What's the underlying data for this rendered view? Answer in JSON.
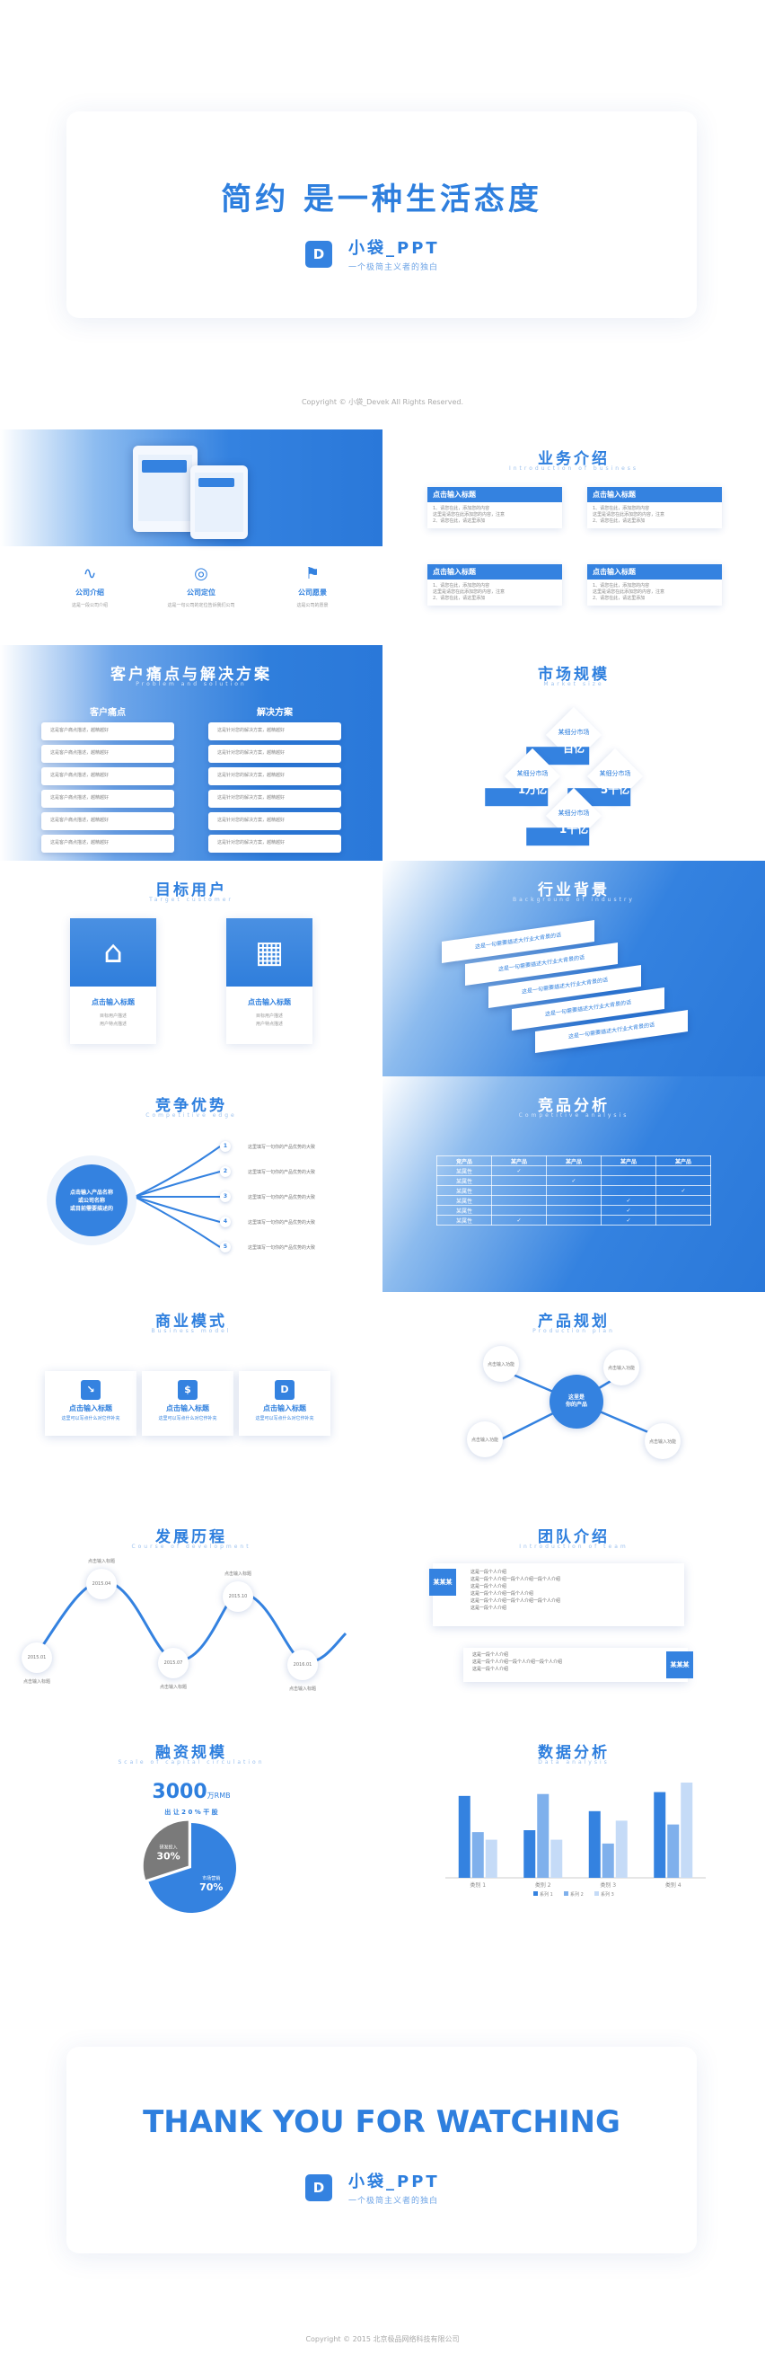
{
  "cover": {
    "title": "简约 是一种生活态度",
    "logo_letter": "D",
    "brand_name": "小袋_PPT",
    "brand_sub": "一个极简主义者的独白"
  },
  "copyright_top": "Copyright © 小袋_Devek All Rights Reserved.",
  "s1": {
    "items": [
      {
        "icon": "pulse-icon",
        "title": "公司介绍",
        "desc": "这是一段公司介绍"
      },
      {
        "icon": "target-icon",
        "title": "公司定位",
        "desc": "这是一句公司的定位告诉我们公司"
      },
      {
        "icon": "flag-icon",
        "title": "公司愿景",
        "desc": "这是公司的愿景"
      }
    ]
  },
  "s2": {
    "title": "业务介绍",
    "subtitle": "Introduction of business",
    "box_title": "点击输入标题",
    "box_lines": [
      "1、请您在此，添加您的内容",
      "这里是请您在此添加您的内容，注意",
      "2、请您在此，请这里添加"
    ]
  },
  "s3": {
    "title": "客户痛点与解决方案",
    "subtitle": "Problem and solution",
    "left_head": "客户痛点",
    "right_head": "解决方案",
    "left_item": "这是客户痛点描述，越精越好",
    "right_item": "这是针对您的解决方案，越精越好",
    "rows": 6
  },
  "s4": {
    "title": "市场规模",
    "subtitle": "Market size",
    "diamonds": [
      {
        "label": "某细分市场",
        "value": "百亿"
      },
      {
        "label": "某细分市场",
        "value": "1万亿"
      },
      {
        "label": "某细分市场",
        "value": "5千亿"
      },
      {
        "label": "某细分市场",
        "value": "1千亿"
      }
    ]
  },
  "s5": {
    "title": "目标用户",
    "subtitle": "Target customer",
    "cards": [
      {
        "icon": "store-icon",
        "title": "点击输入标题",
        "desc1": "目标用户描述",
        "desc2": "用户特点描述"
      },
      {
        "icon": "building-icon",
        "title": "点击输入标题",
        "desc1": "目标用户描述",
        "desc2": "用户特点描述"
      }
    ]
  },
  "s6": {
    "title": "行业背景",
    "subtitle": "Background of industry",
    "item": "这是一句需要描述大行业大背景的话",
    "count": 5
  },
  "s7": {
    "title": "竞争优势",
    "subtitle": "Competitive edge",
    "center": "点击输入产品名称\n或公司名称\n或目前需要描述的",
    "points": [
      "1",
      "2",
      "3",
      "4",
      "5"
    ],
    "point_text": "这里填写一句你的产品优势的大致"
  },
  "s8": {
    "title": "竞品分析",
    "subtitle": "Competitive analysis",
    "headers": [
      "竞产品",
      "某产品",
      "某产品",
      "某产品",
      "某产品"
    ],
    "row_label": "某属性",
    "checks": [
      [
        1,
        0,
        0,
        0
      ],
      [
        0,
        1,
        0,
        0
      ],
      [
        0,
        0,
        0,
        1
      ],
      [
        0,
        0,
        1,
        0
      ],
      [
        0,
        0,
        1,
        0
      ],
      [
        1,
        0,
        1,
        0
      ]
    ],
    "check_mark": "✓"
  },
  "s9": {
    "title": "商业模式",
    "subtitle": "Business model",
    "cards": [
      {
        "icon": "arrow-icon",
        "glyph": "↘",
        "title": "点击输入标题",
        "desc": "这里可以写点什么对它作补充"
      },
      {
        "icon": "dollar-icon",
        "glyph": "$",
        "title": "点击输入标题",
        "desc": "这里可以写点什么对它作补充"
      },
      {
        "icon": "d-logo-icon",
        "glyph": "D",
        "title": "点击输入标题",
        "desc": "这里可以写点什么对它作补充"
      }
    ]
  },
  "s10": {
    "title": "产品规划",
    "subtitle": "Production plan",
    "center": "这里是\n你的产品",
    "nodes": [
      "点击输入功能",
      "点击输入功能",
      "点击输入功能",
      "点击输入功能"
    ]
  },
  "s11": {
    "title": "发展历程",
    "subtitle": "Course of development",
    "milestones": [
      {
        "date": "2015.01",
        "label": "点击输入标题"
      },
      {
        "date": "2015.04",
        "label": "点击输入标题"
      },
      {
        "date": "2015.07",
        "label": "点击输入标题"
      },
      {
        "date": "2015.10",
        "label": "点击输入标题"
      },
      {
        "date": "2016.01",
        "label": "点击输入标题"
      }
    ]
  },
  "s12": {
    "title": "团队介绍",
    "subtitle": "Introduction of team",
    "name": "某某某",
    "lines_a": [
      "这是一段个人介绍",
      "这是一段个人介绍一段个人介绍一段个人介绍",
      "这是一段个人介绍",
      "这是一段个人介绍一段个人介绍",
      "这是一段个人介绍一段个人介绍一段个人介绍",
      "这是一段个人介绍"
    ],
    "lines_b": [
      "这是一段个人介绍",
      "这是一段个人介绍一段个人介绍一段个人介绍",
      "这是一段个人介绍"
    ]
  },
  "s13": {
    "title": "融资规模",
    "subtitle": "Scale of capital circulation",
    "amount": "3000",
    "unit": "万RMB",
    "offer": "出 让 2 0 % 干 股",
    "slices": [
      {
        "label": "研发投入",
        "pct": 30,
        "display": "30%",
        "color": "#7a7a7a"
      },
      {
        "label": "市场营销",
        "pct": 70,
        "display": "70%",
        "color": "#3482e0"
      }
    ]
  },
  "s14": {
    "title": "数据分析",
    "subtitle": "Data analysis",
    "chart_data": {
      "type": "bar",
      "categories": [
        "类别 1",
        "类别 2",
        "类别 3",
        "类别 4"
      ],
      "series": [
        {
          "name": "系列 1",
          "values": [
            4.3,
            2.5,
            3.5,
            4.5
          ],
          "color": "#3482e0"
        },
        {
          "name": "系列 2",
          "values": [
            2.4,
            4.4,
            1.8,
            2.8
          ],
          "color": "#7fb0ec"
        },
        {
          "name": "系列 3",
          "values": [
            2.0,
            2.0,
            3.0,
            5.0
          ],
          "color": "#c5dbf7"
        }
      ],
      "ylim": [
        0,
        5
      ],
      "legend": "bottom"
    }
  },
  "end": {
    "title": "THANK YOU FOR WATCHING",
    "logo_letter": "D",
    "brand_name": "小袋_PPT",
    "brand_sub": "一个极简主义者的独白"
  },
  "copyright_bottom": "Copyright © 2015 北京极品网络科技有限公司"
}
